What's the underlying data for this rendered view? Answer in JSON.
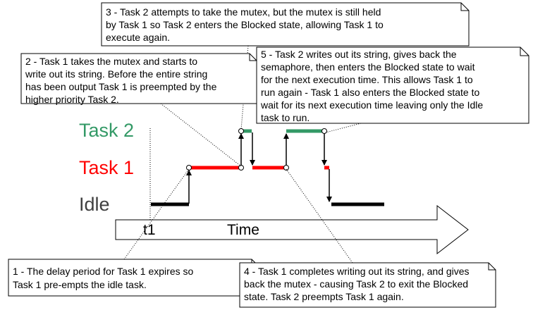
{
  "lanes": {
    "task2": {
      "label": "Task 2",
      "color": "#339966"
    },
    "task1": {
      "label": "Task 1",
      "color": "#ff0000"
    },
    "idle": {
      "label": "Idle",
      "color": "#404040"
    }
  },
  "timeline": {
    "marker": "t1",
    "label": "Time"
  },
  "notes": {
    "note1": [
      "1 - The delay period for Task 1 expires so",
      "Task 1 pre-empts the idle task."
    ],
    "note2": [
      "2 - Task 1 takes the mutex and starts to",
      "write out its string. Before the entire string",
      "has been output Task 1 is preempted by the",
      "higher priority Task 2."
    ],
    "note3": [
      "3 - Task 2 attempts to take the mutex, but the mutex is still held",
      "by Task 1 so Task 2 enters the Blocked state, allowing Task 1 to",
      "execute again."
    ],
    "note4": [
      "4 - Task 1 completes writing out its string, and gives",
      "back the mutex - causing Task 2 to exit the Blocked",
      "state.  Task 2 preempts Task 1 again."
    ],
    "note5": [
      "5 - Task 2 writes out its string, gives back the",
      "semaphore, then enters the Blocked state to wait",
      "for the next execution time.  This allows Task 1 to",
      "run again - Task 1 also enters the Blocked state to",
      "wait for its next execution time leaving only the Idle",
      "task to run."
    ]
  },
  "colors": {
    "idle_line": "#000000",
    "task1_line": "#ff0000",
    "task2_line": "#339966"
  }
}
